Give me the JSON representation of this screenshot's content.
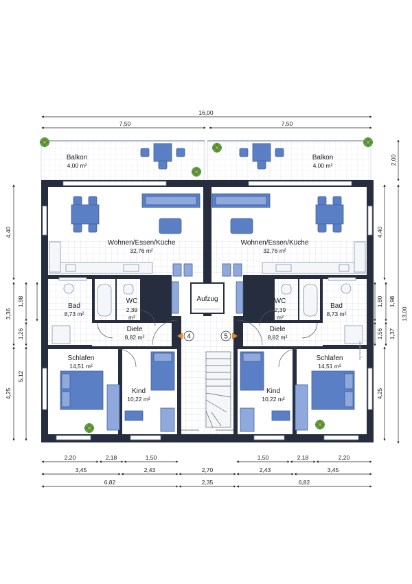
{
  "plan": {
    "units": [
      {
        "unit_number": "4",
        "rooms": {
          "balkon": {
            "name": "Balkon",
            "area": "4,00 m²"
          },
          "wohnen": {
            "name": "Wohnen/Essen/Küche",
            "area": "32,76 m²"
          },
          "bad": {
            "name": "Bad",
            "area": "8,73 m²"
          },
          "wc": {
            "name": "WC",
            "area_value": "2,39",
            "area_unit": "m²"
          },
          "diele": {
            "name": "Diele",
            "area": "8,82 m²"
          },
          "schlafen": {
            "name": "Schlafen",
            "area": "14,51 m²"
          },
          "kind": {
            "name": "Kind",
            "area": "10,22 m²"
          }
        }
      },
      {
        "unit_number": "5",
        "rooms": {
          "balkon": {
            "name": "Balkon",
            "area": "4,00 m²"
          },
          "wohnen": {
            "name": "Wohnen/Essen/Küche",
            "area": "32,76 m²"
          },
          "bad": {
            "name": "Bad",
            "area": "8,73 m²"
          },
          "wc": {
            "name": "WC",
            "area_value": "2,39",
            "area_unit": "m²"
          },
          "diele": {
            "name": "Diele",
            "area": "8,82 m²"
          },
          "schlafen": {
            "name": "Schlafen",
            "area": "14,51 m²"
          },
          "kind": {
            "name": "Kind",
            "area": "10,22 m²"
          }
        }
      }
    ],
    "core": {
      "aufzug": "Aufzug"
    },
    "dimensions": {
      "top_total": "16,00",
      "top_left": "7,50",
      "top_right": "7,50",
      "left": [
        "4,40",
        "1,98",
        "3,36",
        "1,26",
        "5,12",
        "4,25"
      ],
      "right": [
        "2,00",
        "4,40",
        "1,80",
        "1,98",
        "13,00",
        "1,56",
        "1,37",
        "4,25"
      ],
      "bottom_row1": [
        "2,20",
        "2,18",
        "1,50",
        "1,50",
        "2,18",
        "2,20"
      ],
      "bottom_row2": [
        "3,45",
        "2,43",
        "2,70",
        "2,43",
        "3,45"
      ],
      "bottom_row3": [
        "6,82",
        "2,35",
        "6,82"
      ]
    },
    "colors": {
      "wall": "#262d3f",
      "furniture": "#5b7fc4",
      "floor_tile": "#d8dde6"
    },
    "watermark": "myroomplan"
  }
}
